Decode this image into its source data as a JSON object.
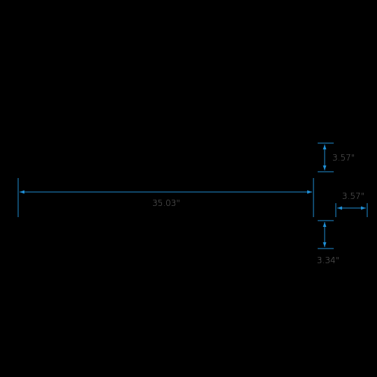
{
  "colors": {
    "background": "#000000",
    "dimension": "#1f8fd6",
    "dimension_text": "#6b6b6b"
  },
  "dimensions": {
    "length": "35.03\"",
    "top_gap": "3.57\"",
    "side_depth": "3.57\"",
    "bottom_gap": "3.34\""
  }
}
